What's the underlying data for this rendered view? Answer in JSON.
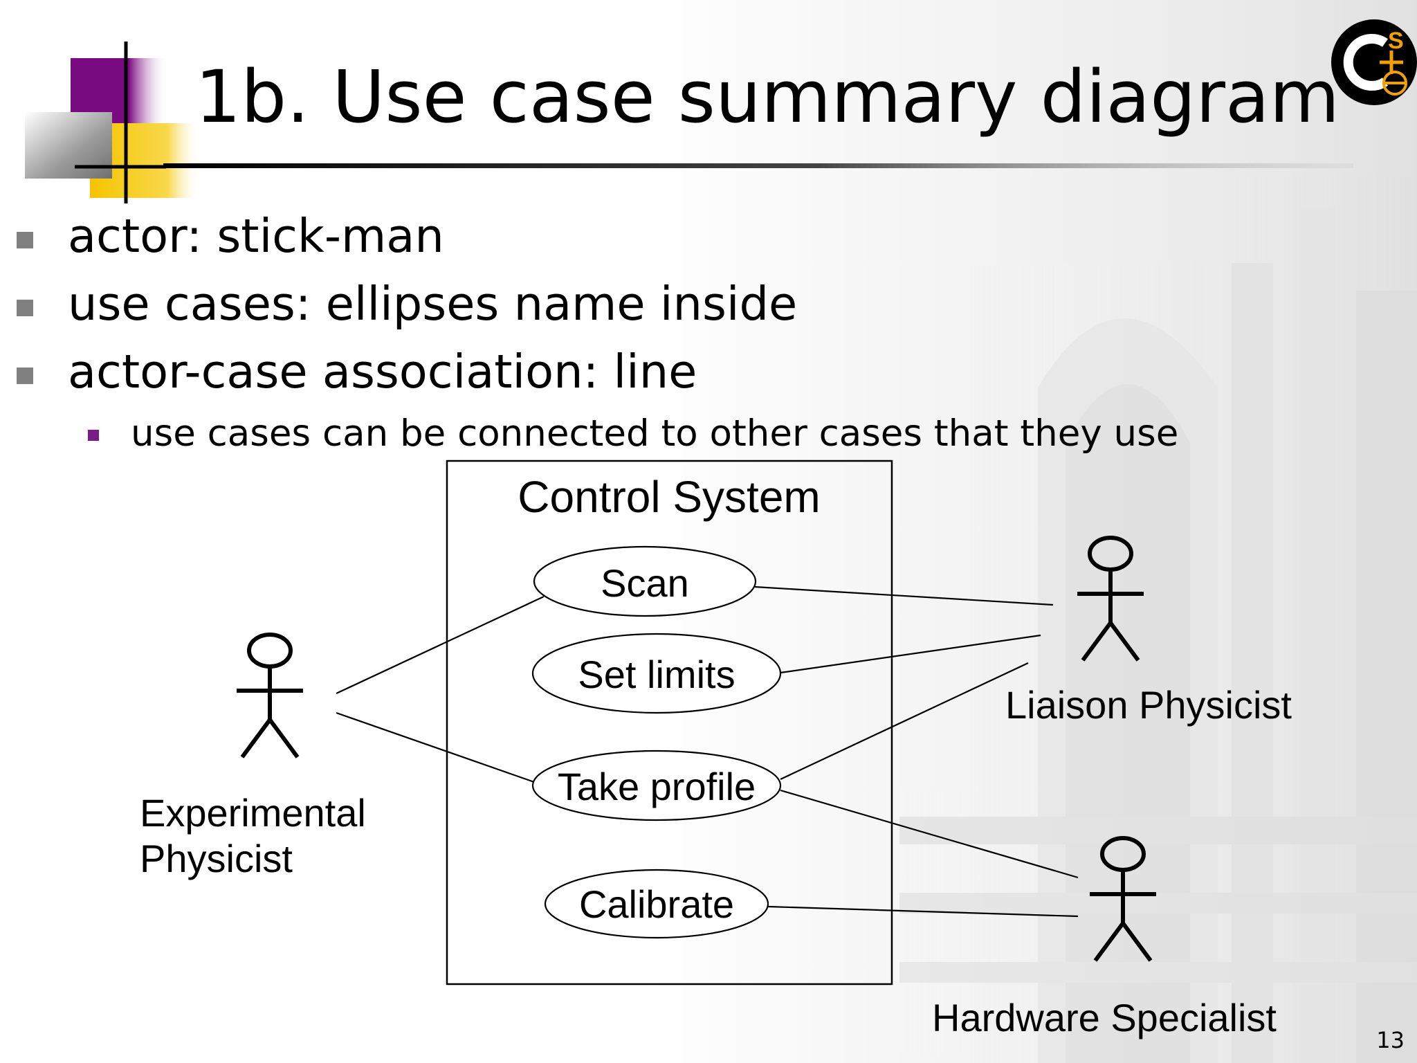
{
  "slide": {
    "title": "1b. Use case summary diagram",
    "page_number": "13"
  },
  "bullets": [
    {
      "text": "actor: stick-man"
    },
    {
      "text": "use cases: ellipses name inside"
    },
    {
      "text": "actor-case association: line"
    }
  ],
  "sub_bullets": [
    {
      "text": "use cases can be connected to other cases that they use"
    }
  ],
  "diagram": {
    "system_name": "Control System",
    "use_cases": [
      {
        "id": "scan",
        "label": "Scan"
      },
      {
        "id": "set-limits",
        "label": "Set limits"
      },
      {
        "id": "take-profile",
        "label": "Take profile"
      },
      {
        "id": "calibrate",
        "label": "Calibrate"
      }
    ],
    "actors": [
      {
        "id": "experimental-physicist",
        "label_lines": [
          "Experimental",
          "Physicist"
        ]
      },
      {
        "id": "liaison-physicist",
        "label_lines": [
          "Liaison Physicist"
        ]
      },
      {
        "id": "hardware-specialist",
        "label_lines": [
          "Hardware Specialist"
        ]
      }
    ],
    "associations": [
      {
        "actor": "experimental-physicist",
        "use_case": "scan"
      },
      {
        "actor": "experimental-physicist",
        "use_case": "take-profile"
      },
      {
        "actor": "liaison-physicist",
        "use_case": "scan"
      },
      {
        "actor": "liaison-physicist",
        "use_case": "set-limits"
      },
      {
        "actor": "liaison-physicist",
        "use_case": "take-profile"
      },
      {
        "actor": "hardware-specialist",
        "use_case": "take-profile"
      },
      {
        "actor": "hardware-specialist",
        "use_case": "calibrate"
      }
    ]
  },
  "logo": {
    "icon": "cse-logo-icon",
    "text": "C S E",
    "colors": [
      "#000000",
      "#f0a000"
    ]
  },
  "colors": {
    "accent_purple": "#7a1a88",
    "accent_yellow": "#f5c400",
    "bullet_gray": "#808080"
  }
}
